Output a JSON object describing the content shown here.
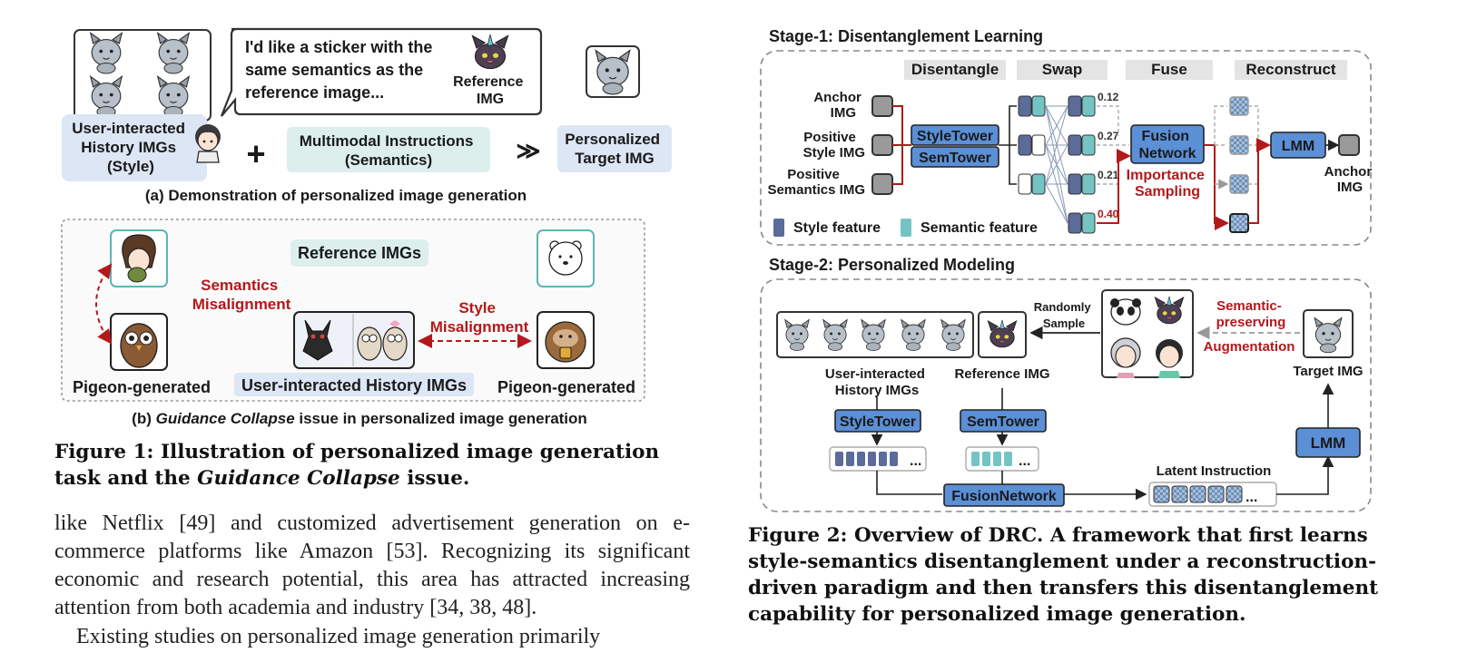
{
  "fig1a": {
    "bubble_lines": [
      "I'd like a sticker with the",
      "same semantics as the",
      "reference image..."
    ],
    "reference_label": [
      "Reference",
      "IMG"
    ],
    "user_history_label": [
      "User-interacted",
      "History IMGs",
      "(Style)"
    ],
    "plus_symbol": "+",
    "multimodal_label": [
      "Multimodal Instructions",
      "(Semantics)"
    ],
    "arrow_symbol": "≫",
    "target_label": [
      "Personalized",
      "Target IMG"
    ],
    "caption": "(a) Demonstration of personalized image generation"
  },
  "fig1b": {
    "reference_imgs": "Reference IMGs",
    "semantics_misalignment": [
      "Semantics",
      "Misalignment"
    ],
    "style_misalignment": [
      "Style",
      "Misalignment"
    ],
    "pigeon_left": "Pigeon-generated",
    "user_history": "User-interacted History IMGs",
    "pigeon_right": "Pigeon-generated",
    "caption_prefix": "(b) ",
    "caption_italic": "Guidance Collapse",
    "caption_suffix": " issue in personalized image generation"
  },
  "figure1_caption": {
    "prefix": "Figure 1: Illustration of personalized image generation task and the ",
    "italic": "Guidance Collapse",
    "suffix": " issue."
  },
  "body_paragraph": [
    "like Netflix [49] and customized advertisement generation on e-commerce platforms like Amazon [53]. Recognizing its significant economic and research potential, this area has attracted increasing attention from both academia and industry [34, 38, 48].",
    "Existing studies on personalized image generation primarily"
  ],
  "fig2": {
    "stage1_title": "Stage-1: Disentanglement Learning",
    "headers": [
      "Disentangle",
      "Swap",
      "Fuse",
      "Reconstruct"
    ],
    "inputs": [
      [
        "Anchor",
        "IMG"
      ],
      [
        "Positive",
        "Style IMG"
      ],
      [
        "Positive",
        "Semantics IMG"
      ]
    ],
    "style_tower": "StyleTower",
    "sem_tower": "SemTower",
    "scores": [
      "0.12",
      "0.27",
      "0.21",
      "0.40"
    ],
    "fusion_network": [
      "Fusion",
      "Network"
    ],
    "importance_sampling": [
      "Importance",
      "Sampling"
    ],
    "lmm": "LMM",
    "anchor_out": [
      "Anchor",
      "IMG"
    ],
    "legend_style": "Style feature",
    "legend_semantic": "Semantic feature",
    "stage2_title": "Stage-2: Personalized Modeling",
    "randomly_sample": [
      "Randomly",
      "Sample"
    ],
    "semantic_preserving": [
      "Semantic-",
      "preserving"
    ],
    "augmentation": "Augmentation",
    "user_history": [
      "User-interacted",
      "History IMGs"
    ],
    "reference_img": "Reference IMG",
    "target_img": "Target IMG",
    "latent_instruction": "Latent Instruction",
    "fusionnetwork": "FusionNetwork",
    "ellipsis": "...",
    "colors": {
      "style": "#5b6b9a",
      "semantic": "#74c4c4",
      "tower": "#5b8fd6",
      "accent": "#b3181b"
    }
  },
  "figure2_caption": [
    "Figure 2: Overview of DRC. A framework that first learns",
    "style-semantics disentanglement under a reconstruction-",
    "driven paradigm and then transfers this disentanglement",
    "capability for personalized image generation."
  ]
}
